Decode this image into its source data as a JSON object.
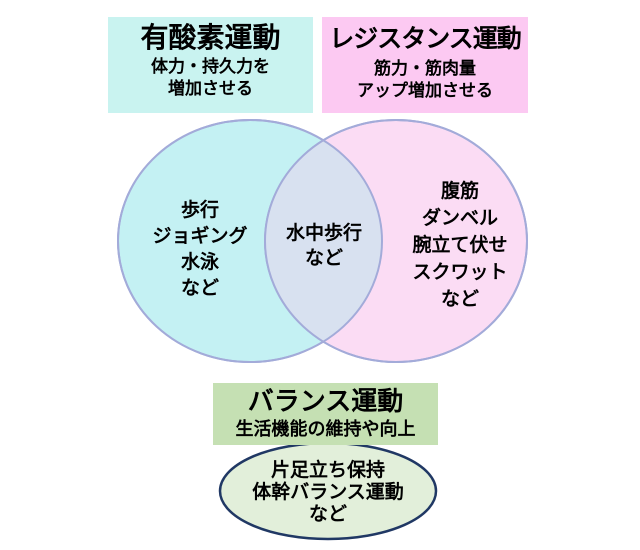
{
  "colors": {
    "aerobic_box_bg": "#c9f3f0",
    "resistance_box_bg": "#fcc9f2",
    "balance_box_bg": "#c5e0b3",
    "aerobic_circle_fill": "#c4f1f3",
    "resistance_circle_fill": "#fbdcf4",
    "overlap_fill": "#d8e1f0",
    "circle_stroke": "#a3abd9",
    "balance_ellipse_fill": "#e2efda",
    "balance_ellipse_stroke": "#203864",
    "text_color": "#000000"
  },
  "headers": {
    "aerobic": {
      "title": "有酸素運動",
      "subtitle_lines": [
        "体力・持久力を",
        "増加させる"
      ]
    },
    "resistance": {
      "title": "レジスタンス運動",
      "subtitle_lines": [
        "筋力・筋肉量",
        "アップ増加させる"
      ]
    },
    "balance": {
      "title": "バランス運動",
      "subtitle": "生活機能の維持や向上"
    }
  },
  "venn": {
    "aerobic_examples": [
      "歩行",
      "ジョギング",
      "水泳",
      "など"
    ],
    "overlap_examples": [
      "水中歩行",
      "など"
    ],
    "resistance_examples": [
      "腹筋",
      "ダンベル",
      "腕立て伏せ",
      "スクワット",
      "など"
    ],
    "balance_examples": [
      "片足立ち保持",
      "体幹バランス運動",
      "など"
    ]
  }
}
